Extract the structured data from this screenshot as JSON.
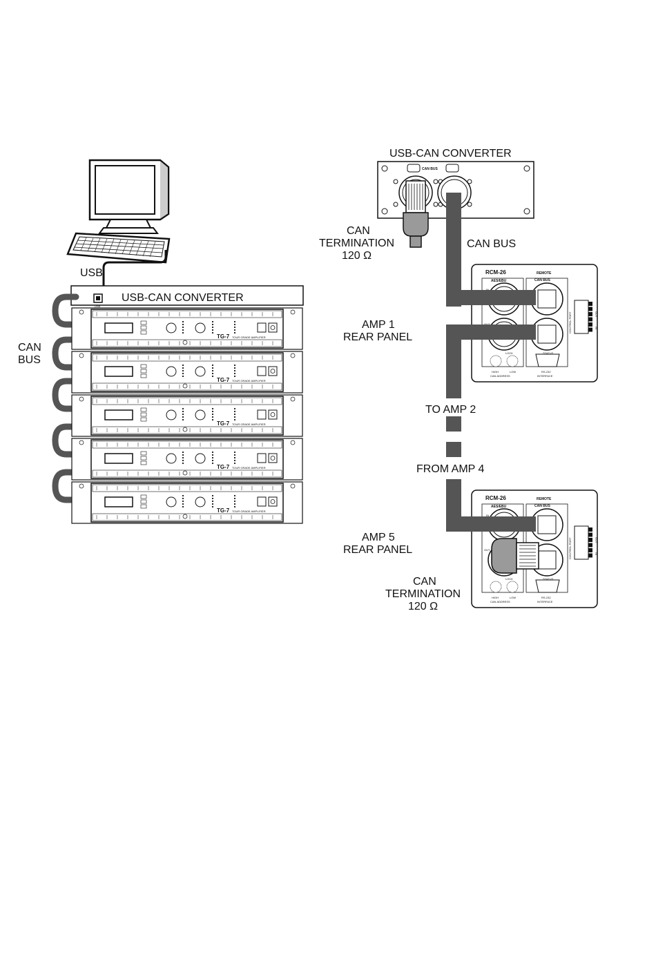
{
  "left": {
    "usb_label": "USB",
    "converter_title": "USB-CAN CONVERTER",
    "converter_port_label": "USB",
    "can_bus_label_line1": "CAN",
    "can_bus_label_line2": "BUS",
    "amps": [
      {
        "model": "TG-7",
        "sub": "TOUR GRADE AMPLIFIER"
      },
      {
        "model": "TG-7",
        "sub": "TOUR GRADE AMPLIFIER"
      },
      {
        "model": "TG-7",
        "sub": "TOUR GRADE AMPLIFIER"
      },
      {
        "model": "TG-7",
        "sub": "TOUR GRADE AMPLIFIER"
      },
      {
        "model": "TG-7",
        "sub": "TOUR GRADE AMPLIFIER"
      }
    ]
  },
  "right": {
    "converter_title": "USB-CAN CONVERTER",
    "converter_bus_label": "CAN BUS",
    "can_termination_top": [
      "CAN",
      "TERMINATION",
      "120 Ω"
    ],
    "can_bus_label": "CAN BUS",
    "amp1_label": [
      "AMP 1",
      "REAR PANEL"
    ],
    "to_amp2": "TO AMP 2",
    "from_amp4": "FROM AMP 4",
    "amp5_label": [
      "AMP 5",
      "REAR PANEL"
    ],
    "can_termination_bottom": [
      "CAN",
      "TERMINATION",
      "120 Ω"
    ],
    "panel": {
      "model": "RCM-26",
      "aes_ebu": "AES/EBU",
      "remote": "REMOTE",
      "can_bus": "CAN BUS",
      "in": "IN",
      "out": "OUT",
      "lock": "LOCK",
      "status": "STATUS",
      "high": "HIGH",
      "low": "LOW",
      "can_address": "CAN ADDRESS",
      "rs232": "RS-232",
      "interface": "INTERFACE",
      "control_port": "CONTROL PORT",
      "cp_out": "OUT",
      "cp_in": "IN"
    }
  }
}
